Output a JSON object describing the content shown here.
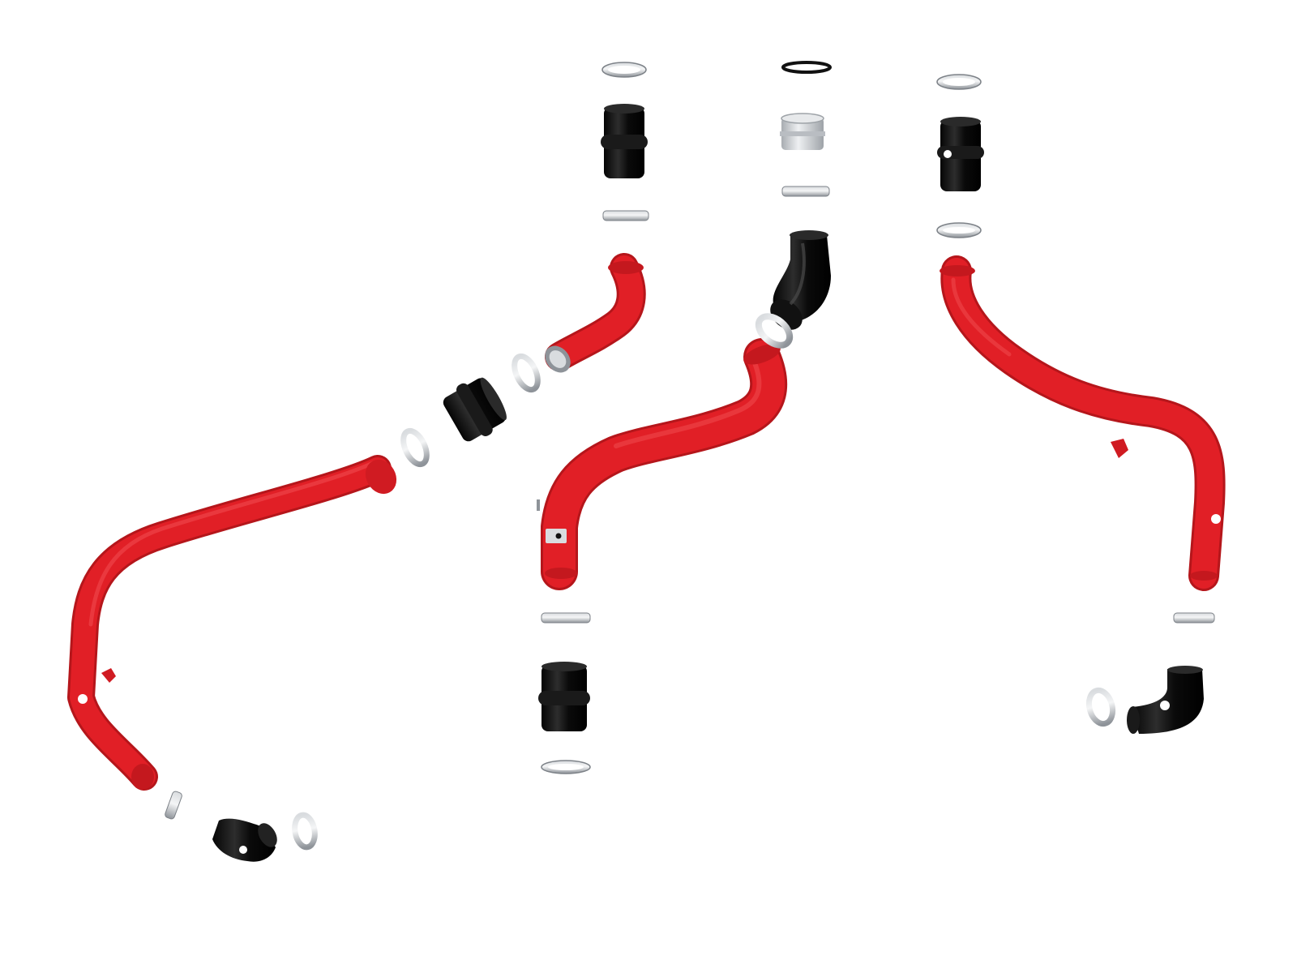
{
  "image": {
    "background": "#ffffff",
    "colors": {
      "pipe_red": "#e11f26",
      "pipe_red_shade": "#b5161b",
      "pipe_red_highlight": "#f04a4f",
      "silicone_black": "#0c0c0c",
      "silicone_highlight": "#3a3a3a",
      "clamp_steel": "#9aa0a6",
      "clamp_steel_light": "#e4e6e8",
      "aluminum": "#c9ccd0",
      "o_ring": "#111111"
    },
    "components": [
      {
        "kind": "red-pipe",
        "name": "left-lower-intercooler-tube"
      },
      {
        "kind": "red-pipe",
        "name": "left-upper-intercooler-tube"
      },
      {
        "kind": "red-pipe",
        "name": "center-intercooler-tube"
      },
      {
        "kind": "red-pipe",
        "name": "right-intercooler-tube"
      },
      {
        "kind": "silicone-coupler",
        "name": "straight-coupler"
      },
      {
        "kind": "silicone-elbow",
        "name": "elbow-coupler"
      },
      {
        "kind": "hose-clamp",
        "name": "worm-gear-clamp"
      },
      {
        "kind": "aluminum-adapter",
        "name": "aluminum-adapter"
      },
      {
        "kind": "o-ring",
        "name": "o-ring"
      }
    ]
  }
}
